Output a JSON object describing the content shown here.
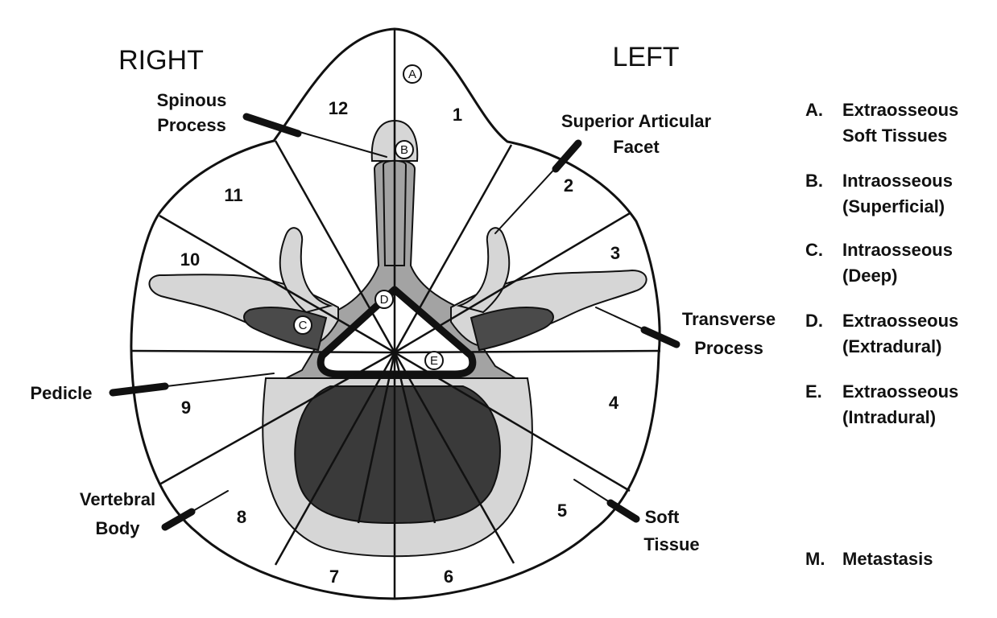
{
  "sides": {
    "right": "RIGHT",
    "left": "LEFT"
  },
  "zones": [
    "1",
    "2",
    "3",
    "4",
    "5",
    "6",
    "7",
    "8",
    "9",
    "10",
    "11",
    "12"
  ],
  "circles": [
    "A",
    "B",
    "C",
    "D",
    "E"
  ],
  "anatomy": {
    "spinous_process": [
      "Spinous",
      "Process"
    ],
    "superior_articular_facet": [
      "Superior Articular",
      "Facet"
    ],
    "transverse_process": [
      "Transverse",
      "Process"
    ],
    "pedicle": "Pedicle",
    "vertebral_body": [
      "Vertebral",
      "Body"
    ],
    "soft_tissue": [
      "Soft",
      "Tissue"
    ]
  },
  "legend": [
    {
      "key": "A.",
      "lines": [
        "Extraosseous",
        "Soft Tissues"
      ]
    },
    {
      "key": "B.",
      "lines": [
        "Intraosseous",
        "(Superficial)"
      ]
    },
    {
      "key": "C.",
      "lines": [
        "Intraosseous",
        "(Deep)"
      ]
    },
    {
      "key": "D.",
      "lines": [
        "Extraosseous",
        "(Extradural)"
      ]
    },
    {
      "key": "E.",
      "lines": [
        "Extraosseous",
        "(Intradural)"
      ]
    },
    {
      "key": "M.",
      "lines": [
        "Metastasis"
      ]
    }
  ],
  "colors": {
    "ink": "#111111",
    "bone_light": "#d6d6d6",
    "bone_mid": "#a3a3a3",
    "bone_dark": "#3a3a3a",
    "background": "#ffffff"
  }
}
